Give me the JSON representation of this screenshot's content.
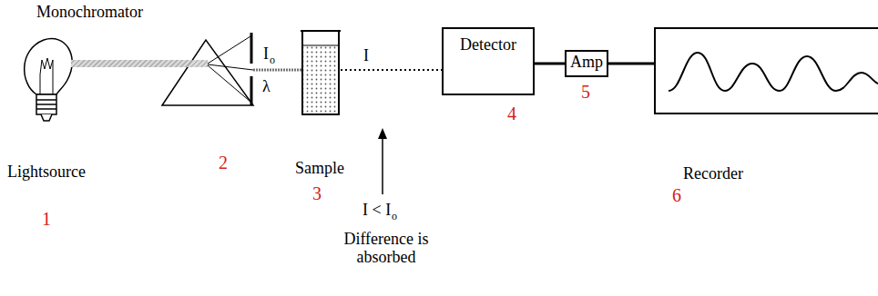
{
  "diagram": {
    "nodes": [
      {
        "text": [
          "Detector"
        ]
      },
      {
        "text": [
          "Amp"
        ]
      },
      {
        "text": [
          "Recorder"
        ]
      }
    ],
    "edges": [
      {
        "from": 0,
        "to": 1,
        "arrow": "none"
      },
      {
        "from": 1,
        "to": 2,
        "arrow": "none"
      }
    ],
    "labels": [
      "Monochromator",
      "Lightsource",
      "1",
      "2",
      "I",
      "o",
      "λ",
      "Sample",
      "3",
      "I",
      "4",
      "5",
      "6",
      "I < I",
      "o",
      "Difference is absorbed"
    ]
  }
}
